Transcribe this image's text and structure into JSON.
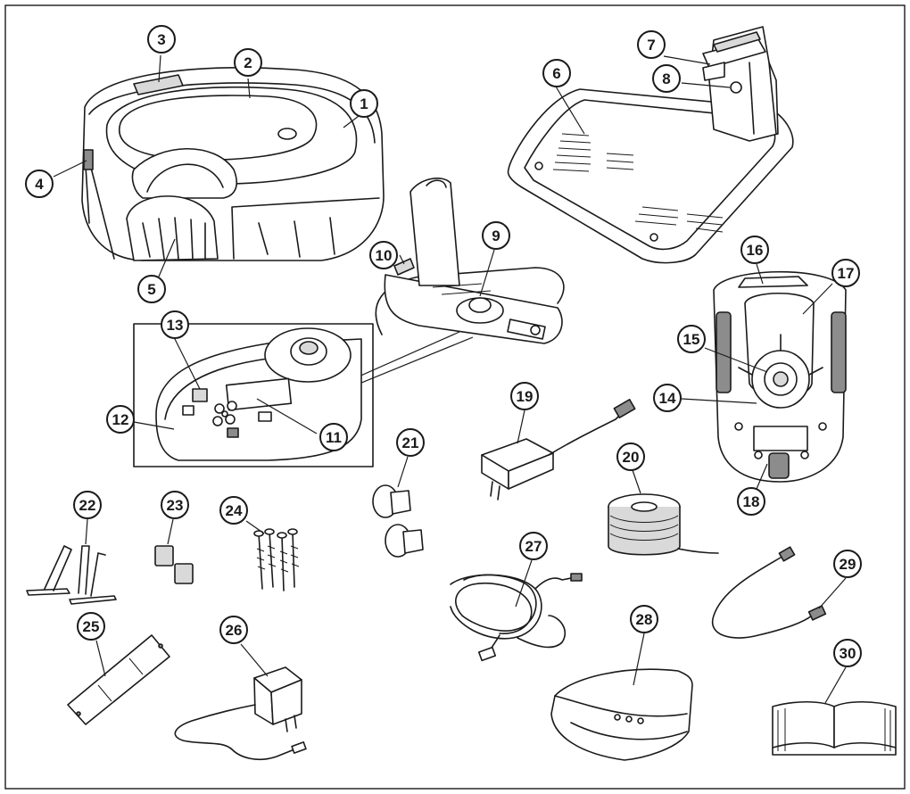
{
  "figure": {
    "border_color": "#1a1a1a",
    "background": "#ffffff"
  },
  "components": [
    {
      "id": "1"
    },
    {
      "id": "2"
    },
    {
      "id": "3"
    },
    {
      "id": "4"
    },
    {
      "id": "5"
    },
    {
      "id": "6"
    },
    {
      "id": "7"
    },
    {
      "id": "8"
    },
    {
      "id": "9"
    },
    {
      "id": "10"
    },
    {
      "id": "11"
    },
    {
      "id": "12"
    },
    {
      "id": "13"
    },
    {
      "id": "14"
    },
    {
      "id": "15"
    },
    {
      "id": "16"
    },
    {
      "id": "17"
    },
    {
      "id": "18"
    },
    {
      "id": "19"
    },
    {
      "id": "20"
    },
    {
      "id": "21"
    },
    {
      "id": "22"
    },
    {
      "id": "23"
    },
    {
      "id": "24"
    },
    {
      "id": "25"
    },
    {
      "id": "26"
    },
    {
      "id": "27"
    },
    {
      "id": "28"
    },
    {
      "id": "29"
    },
    {
      "id": "30"
    }
  ]
}
